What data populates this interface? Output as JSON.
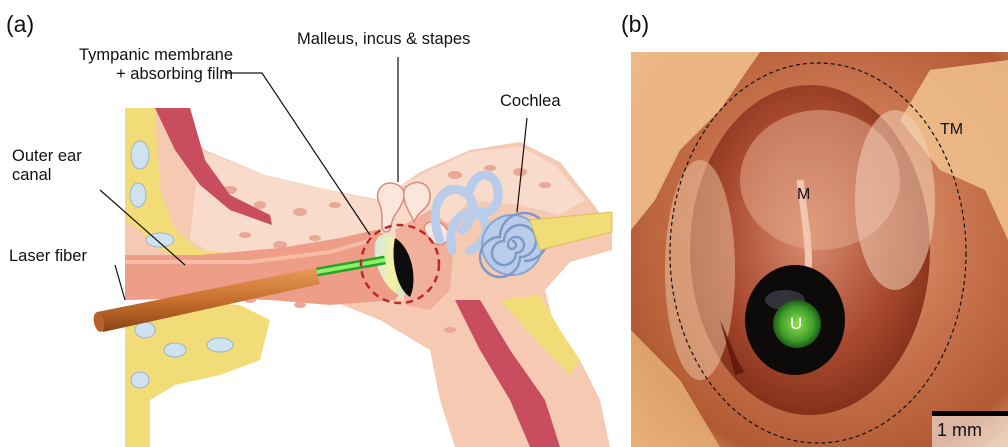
{
  "panel_a": {
    "label": "(a)",
    "callouts": {
      "tympanic_membrane": [
        "Tympanic membrane",
        "+ absorbing film"
      ],
      "ossicles": "Malleus, incus & stapes",
      "cochlea": "Cochlea",
      "outer_ear_canal": [
        "Outer ear",
        "canal"
      ],
      "laser_fiber": "Laser fiber"
    }
  },
  "panel_b": {
    "label": "(b)",
    "labels": {
      "tm": "TM",
      "m": "M",
      "u": "U"
    },
    "scale_bar": "1 mm"
  },
  "colors": {
    "skin": "#f4c6b0",
    "bone": "#f7d9c9",
    "fat": "#f2dc77",
    "muscle": "#c84d5e",
    "canal": "#ee9d88",
    "inner_ear": "#b9cdea",
    "fiber": "#c8702e",
    "laser": "#3edc3e",
    "marker_circle": "#c0262c",
    "photo_dark": "#7a2a14"
  }
}
